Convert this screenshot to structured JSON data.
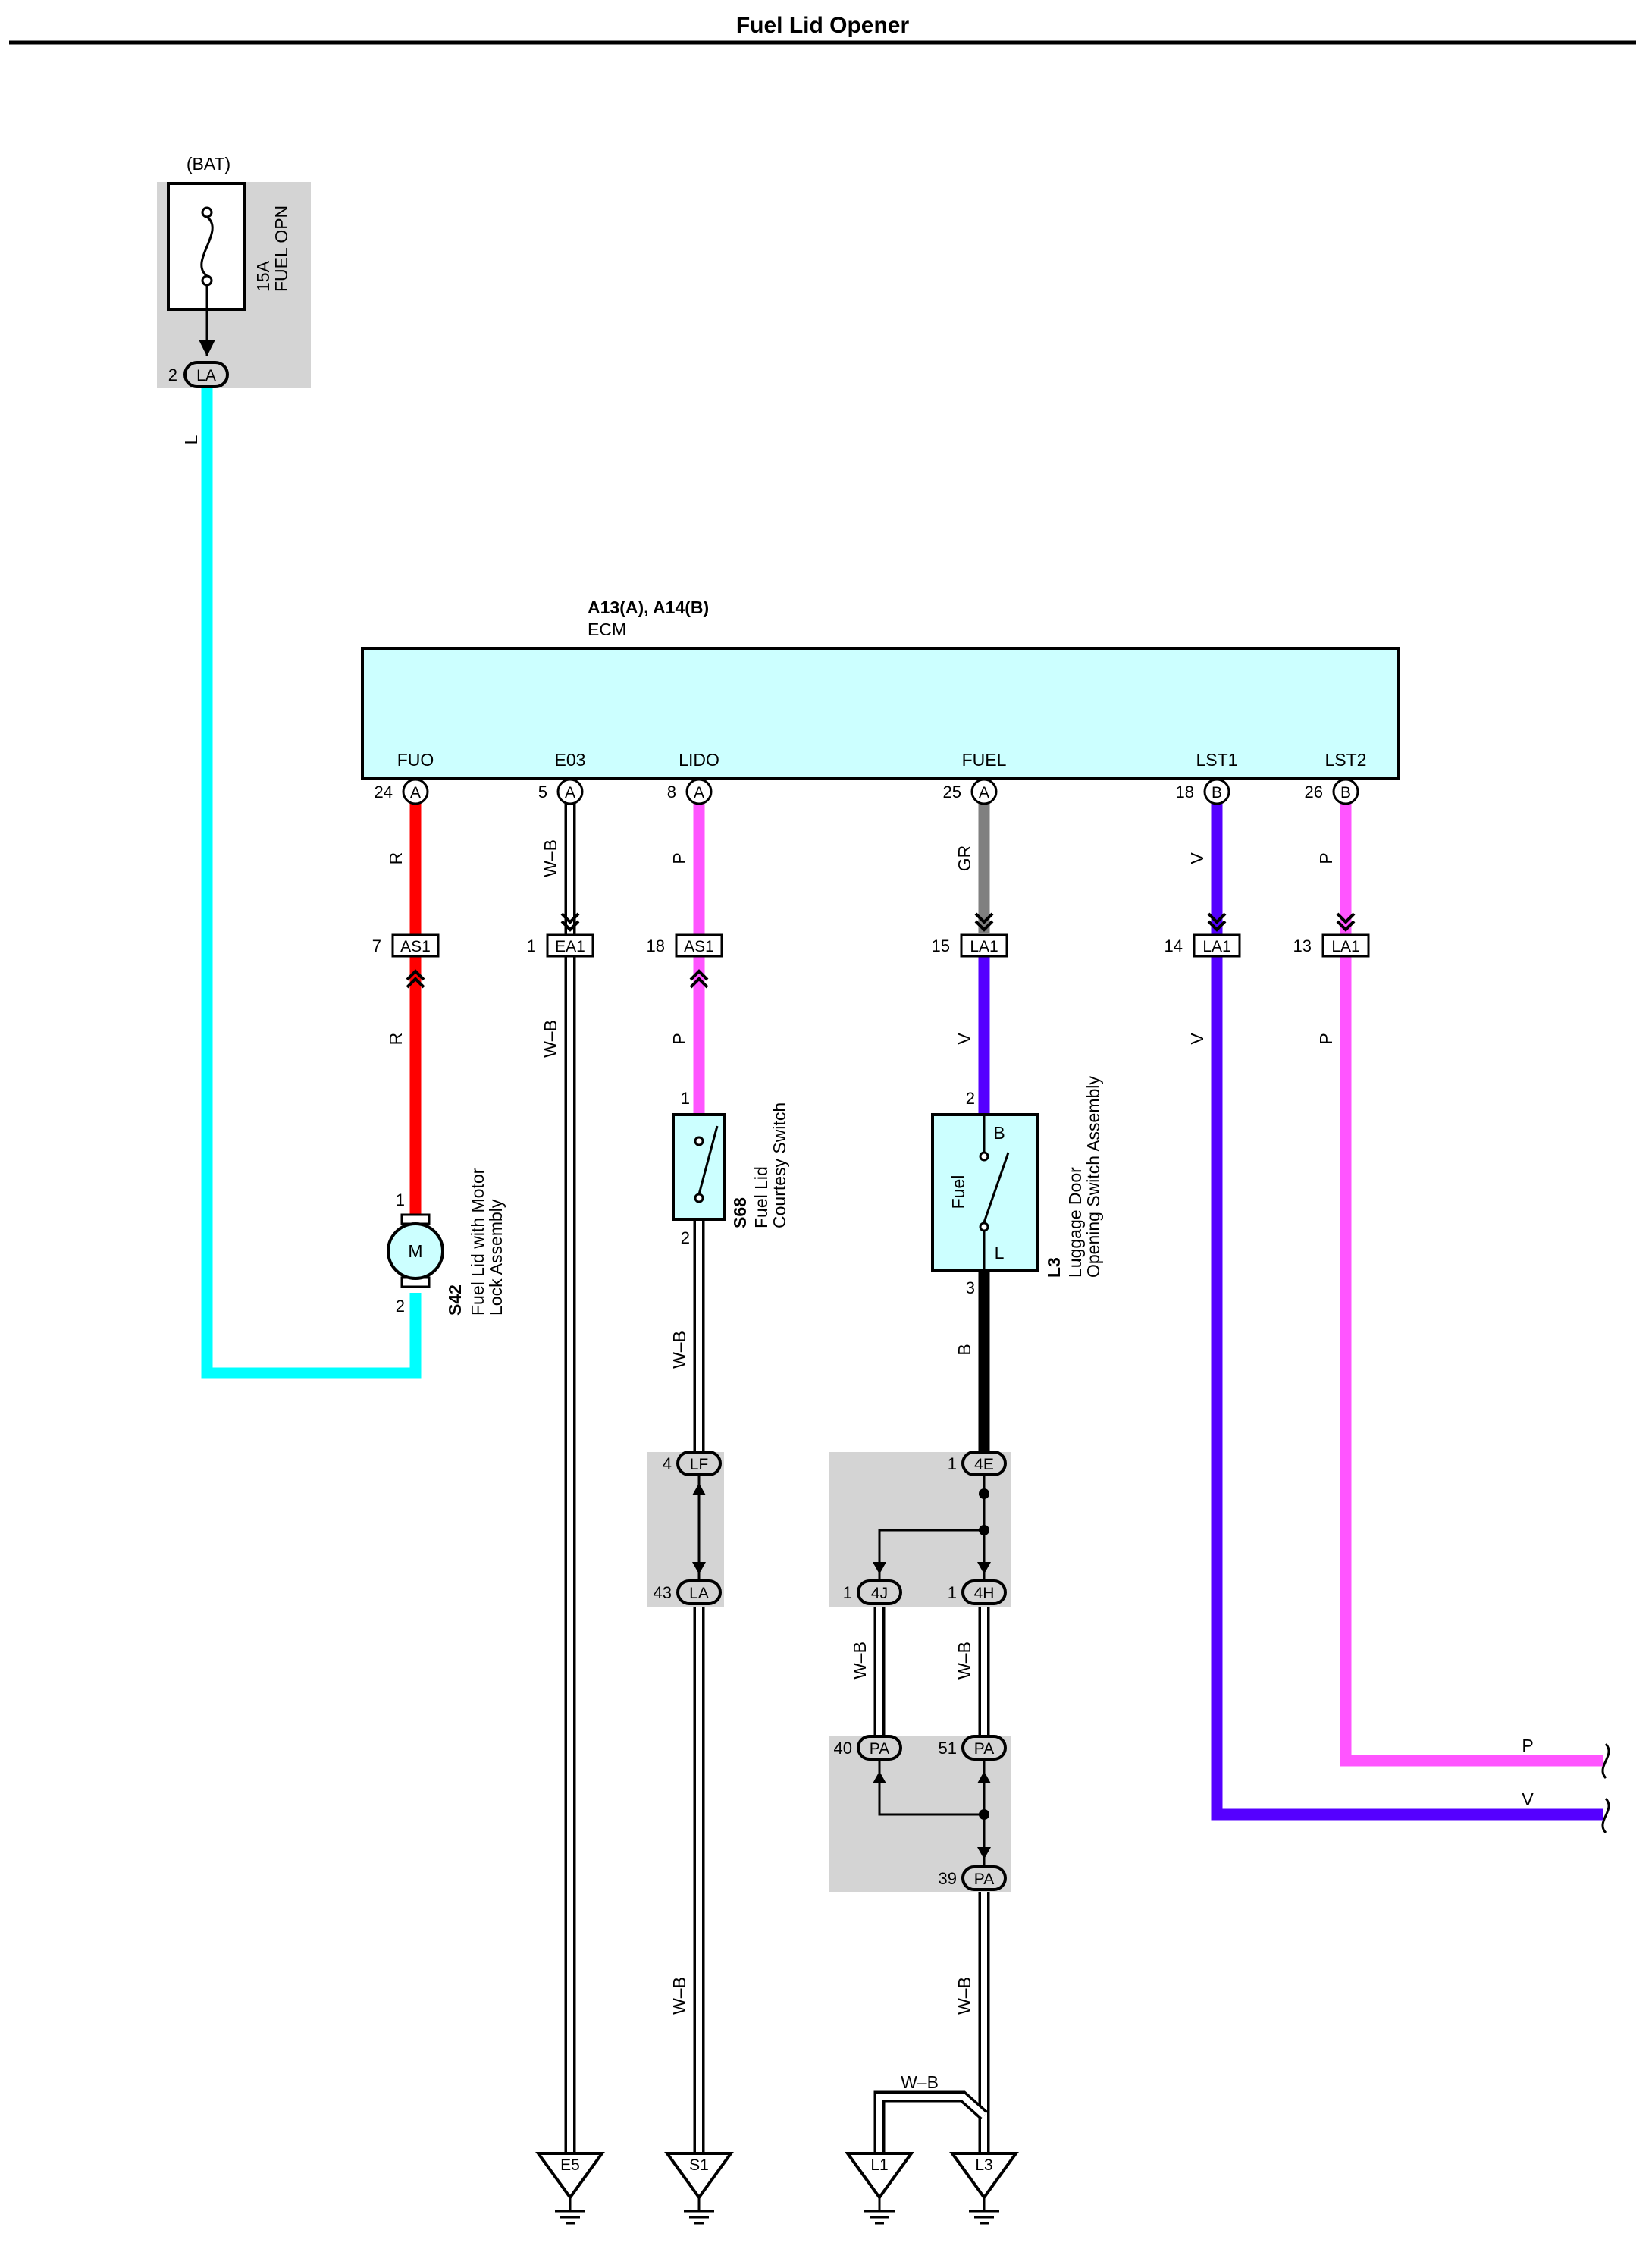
{
  "title": "Fuel Lid Opener",
  "fuse": {
    "source": "(BAT)",
    "rating": "15A",
    "name": "FUEL OPN",
    "pin": "2",
    "connector": "LA"
  },
  "ecm": {
    "id": "A13(A), A14(B)",
    "name": "ECM",
    "terminals": [
      {
        "name": "FUO",
        "pin": "24",
        "conn": "A"
      },
      {
        "name": "E03",
        "pin": "5",
        "conn": "A"
      },
      {
        "name": "LIDO",
        "pin": "8",
        "conn": "A"
      },
      {
        "name": "FUEL",
        "pin": "25",
        "conn": "A"
      },
      {
        "name": "LST1",
        "pin": "18",
        "conn": "B"
      },
      {
        "name": "LST2",
        "pin": "26",
        "conn": "B"
      }
    ]
  },
  "inline_connectors": [
    {
      "pin": "7",
      "name": "AS1"
    },
    {
      "pin": "1",
      "name": "EA1"
    },
    {
      "pin": "18",
      "name": "AS1"
    },
    {
      "pin": "15",
      "name": "LA1"
    },
    {
      "pin": "14",
      "name": "LA1"
    },
    {
      "pin": "13",
      "name": "LA1"
    }
  ],
  "wire_colors": {
    "L": "#00ffff",
    "R": "#ff0000",
    "W-B": "#ffffff",
    "P": "#ff55ff",
    "GR": "#808080",
    "V": "#5500ff",
    "B": "#000000"
  },
  "wire_labels": {
    "l": "L",
    "r1": "R",
    "r2": "R",
    "wb1": "W–B",
    "wb2": "W–B",
    "p1": "P",
    "p2": "P",
    "gr": "GR",
    "v1": "V",
    "v2": "V",
    "v3": "V",
    "p3": "P",
    "p4": "P",
    "wb3": "W–B",
    "b": "B",
    "wb4": "W–B",
    "wb5": "W–B",
    "wb6": "W–B",
    "wb7": "W–B",
    "wb8": "W–B"
  },
  "motor": {
    "id": "S42",
    "line1": "Fuel Lid with Motor",
    "line2": "Lock Assembly",
    "symbol": "M",
    "pin1": "1",
    "pin2": "2"
  },
  "courtesy_switch": {
    "id": "S68",
    "line1": "Fuel Lid",
    "line2": "Courtesy Switch",
    "pin1": "1",
    "pin2": "2"
  },
  "luggage_switch": {
    "id": "L3",
    "line1": "Luggage Door",
    "line2": "Opening Switch Assembly",
    "label": "Fuel",
    "b": "B",
    "l": "L",
    "pin2": "2",
    "pin3": "3"
  },
  "junctions": {
    "lf": {
      "pin": "4",
      "name": "LF"
    },
    "la": {
      "pin": "43",
      "name": "LA"
    },
    "j4e": {
      "pin": "1",
      "name": "4E"
    },
    "j4j": {
      "pin": "1",
      "name": "4J"
    },
    "j4h": {
      "pin": "1",
      "name": "4H"
    },
    "pa40": {
      "pin": "40",
      "name": "PA"
    },
    "pa51": {
      "pin": "51",
      "name": "PA"
    },
    "pa39": {
      "pin": "39",
      "name": "PA"
    }
  },
  "grounds": [
    "E5",
    "S1",
    "L1",
    "L3"
  ]
}
